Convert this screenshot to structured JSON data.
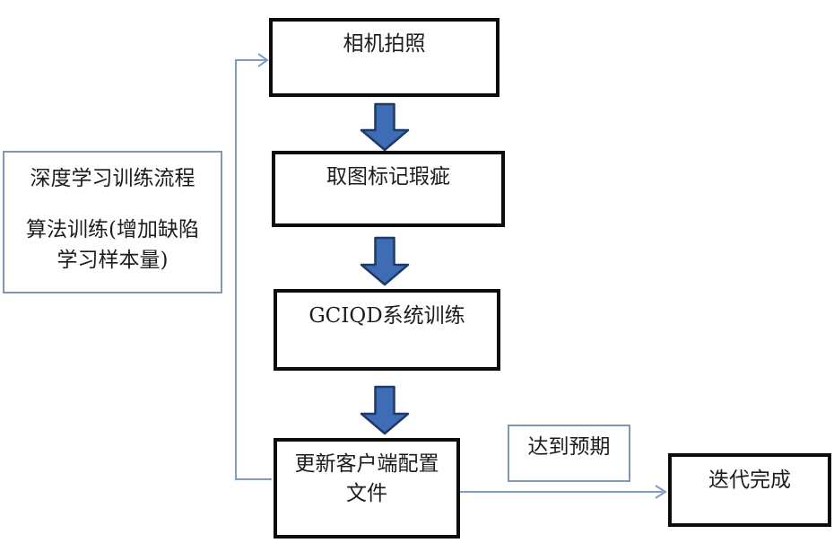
{
  "nodes": {
    "camera": {
      "label": "相机拍照"
    },
    "mark_defects": {
      "label": "取图标记瑕疵"
    },
    "system_training": {
      "label": "GCIQD系统训练"
    },
    "update_config": {
      "line1": "更新客户端配置",
      "line2": "文件"
    },
    "iteration_done": {
      "label": "迭代完成"
    }
  },
  "labels": {
    "expectation": "达到预期"
  },
  "side_note": {
    "line1": "深度学习训练流程",
    "line2": "算法训练(增加缺陷",
    "line3": "学习样本量)"
  },
  "colors": {
    "thick_border": "#0c0c0c",
    "thin_border": "#8496b3",
    "connector": "#7f9cc4",
    "block_arrow_fill": "#3e6db5",
    "block_arrow_stroke": "#1f3a63",
    "text": "#1c1c1c",
    "background": "#ffffff"
  }
}
